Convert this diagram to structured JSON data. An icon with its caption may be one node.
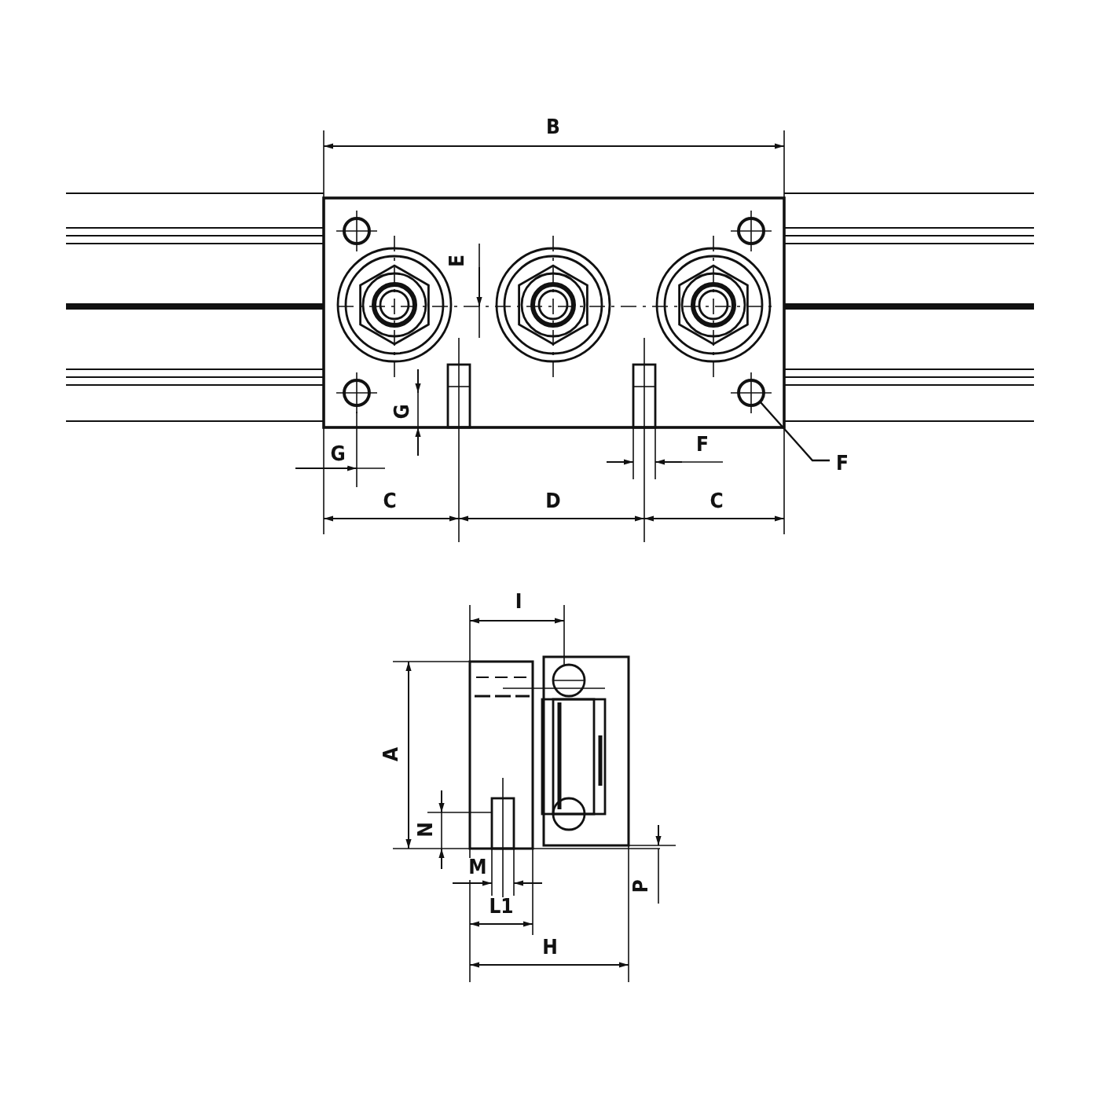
{
  "diagram": {
    "nodes": [
      {
        "text": [
          "F"
        ]
      },
      {
        "text": [],
        "shape": "circle"
      }
    ],
    "edges": [
      {
        "from": 0,
        "to": 1,
        "arrow": "none"
      }
    ],
    "labels": [
      "B",
      "E",
      "G",
      "G",
      "F",
      "C",
      "D",
      "C",
      "I",
      "A",
      "N",
      "M",
      "L1",
      "P",
      "H"
    ]
  }
}
